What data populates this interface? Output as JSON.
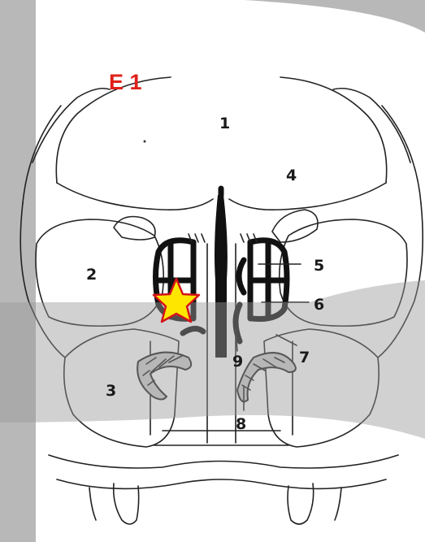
{
  "title": "E 1",
  "labels": {
    "l1": "1",
    "l2": "2",
    "l3": "3",
    "l4": "4",
    "l5": "5",
    "l6": "6",
    "l7": "7",
    "l8": "8",
    "l9": "9"
  },
  "colors": {
    "title": "#e0201a",
    "star_fill": "#ffe600",
    "star_stroke": "#d4141a",
    "background": "#b8b8b8",
    "overlay": "#9a9a9a"
  },
  "marker": "star-icon"
}
